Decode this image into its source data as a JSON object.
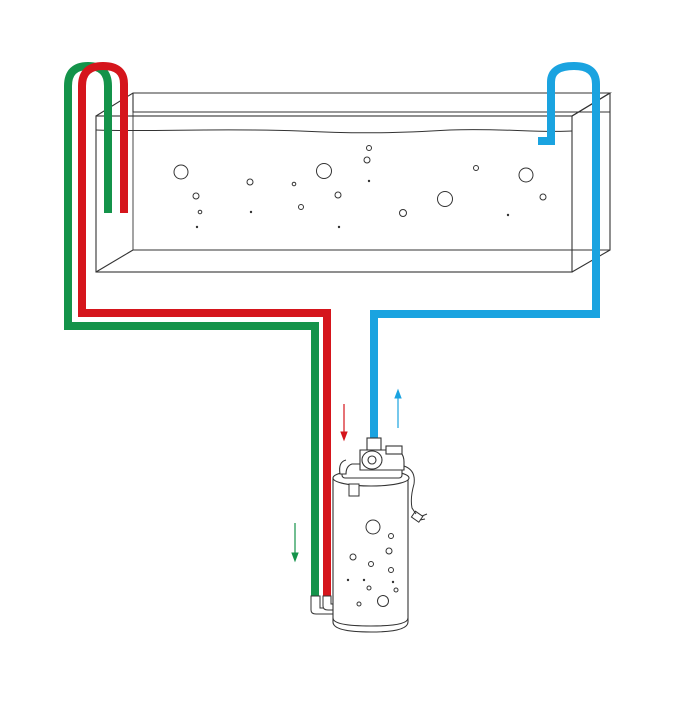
{
  "diagram": {
    "type": "aquarium canister filter plumbing illustration",
    "background_color": "#ffffff",
    "line_color": "#333333",
    "pipes": [
      {
        "name": "intake-pipe-green",
        "color": "#14934a",
        "flow": "down"
      },
      {
        "name": "intake-pipe-red",
        "color": "#d5151c",
        "flow": "down"
      },
      {
        "name": "return-pipe-blue",
        "color": "#1aa3e0",
        "flow": "up"
      }
    ],
    "flow_arrows": [
      {
        "name": "red-flow-arrow",
        "color": "#d5151c",
        "direction": "down"
      },
      {
        "name": "blue-flow-arrow",
        "color": "#1aa3e0",
        "direction": "up"
      },
      {
        "name": "green-flow-arrow",
        "color": "#14934a",
        "direction": "down"
      }
    ],
    "components": [
      "aquarium-tank",
      "water-surface",
      "air-bubbles",
      "canister-filter",
      "pump-head",
      "power-plug-icon"
    ]
  }
}
